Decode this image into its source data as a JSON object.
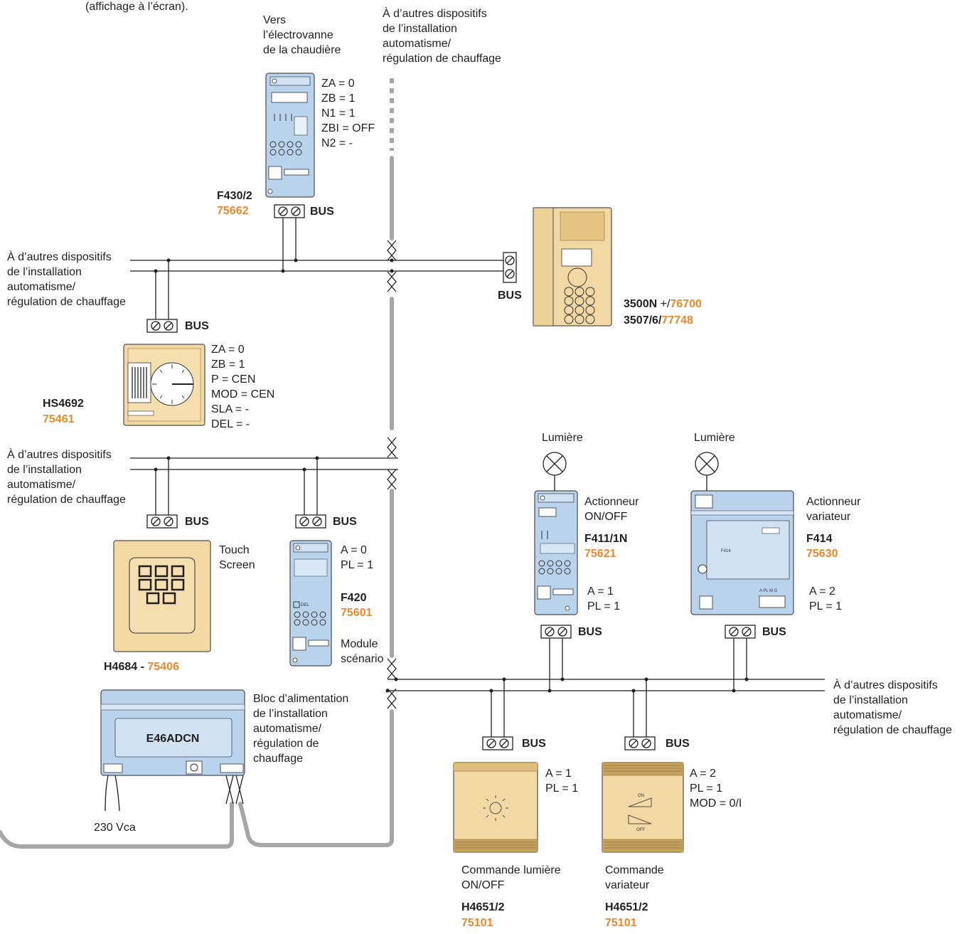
{
  "top_note": "(affichage à l’écran).",
  "bus_label": "BUS",
  "other_devices": "À d’autres dispositifs|de l’installation|automatisme/|régulation de chauffage",
  "f430": {
    "target": "Vers|l’électrovanne|de la chaudière",
    "config": "ZA = 0|ZB = 1|N1 = 1|ZBI = OFF|N2 = -",
    "ref": "F430/2",
    "code": "75662"
  },
  "interphone": {
    "ref1": "3500N",
    "code1": "76700",
    "ref2": "3507/6",
    "code2": "77748",
    "sep_plus": " +/",
    "sep_slash": "/"
  },
  "hs4692": {
    "config": "ZA = 0|ZB = 1|P = CEN|MOD = CEN|SLA = -|DEL = -",
    "ref": "HS4692",
    "code": "75461"
  },
  "touch": {
    "label": "Touch|Screen",
    "ref": "H4684 - ",
    "code": "75406"
  },
  "f420": {
    "config": "A = 0|PL = 1",
    "ref": "F420",
    "code": "75601",
    "label": "Module|scénario",
    "del_text": "DEL"
  },
  "f411": {
    "light": "Lumière",
    "label": "Actionneur|ON/OFF",
    "ref": "F411/1N",
    "code": "75621",
    "config": "A = 1|PL = 1"
  },
  "f414": {
    "light": "Lumière",
    "label": "Actionneur|variateur",
    "ref": "F414",
    "code": "75630",
    "config": "A = 2|PL = 1",
    "front_text": "F414",
    "bottom_text": "A PL M G"
  },
  "e46": {
    "ref": "E46ADCN",
    "label": "Bloc d’alimentation|de l’installation|automatisme/|régulation de|chauffage",
    "supply": "230 Vca"
  },
  "h4651_onoff": {
    "config": "A = 1|PL = 1",
    "label": "Commande lumière|ON/OFF",
    "ref": "H4651/2",
    "code": "75101"
  },
  "h4651_var": {
    "config": "A = 2|PL = 1|MOD = 0/I",
    "label": "Commande|variateur",
    "ref": "H4651/2",
    "code": "75101",
    "on": "ON",
    "off": "OFF"
  },
  "colors": {
    "accent_orange": "#e8892d",
    "device_blue": "#b9d3ec",
    "device_beige": "#f2d9a4",
    "bus_cable_gray": "#a6a6a6",
    "text": "#231f20"
  },
  "icons": [
    "bus-terminal-icon",
    "lamp-icon",
    "sun-icon",
    "dimmer-ramp-icon",
    "keypad-icon",
    "clock-dial-icon"
  ]
}
